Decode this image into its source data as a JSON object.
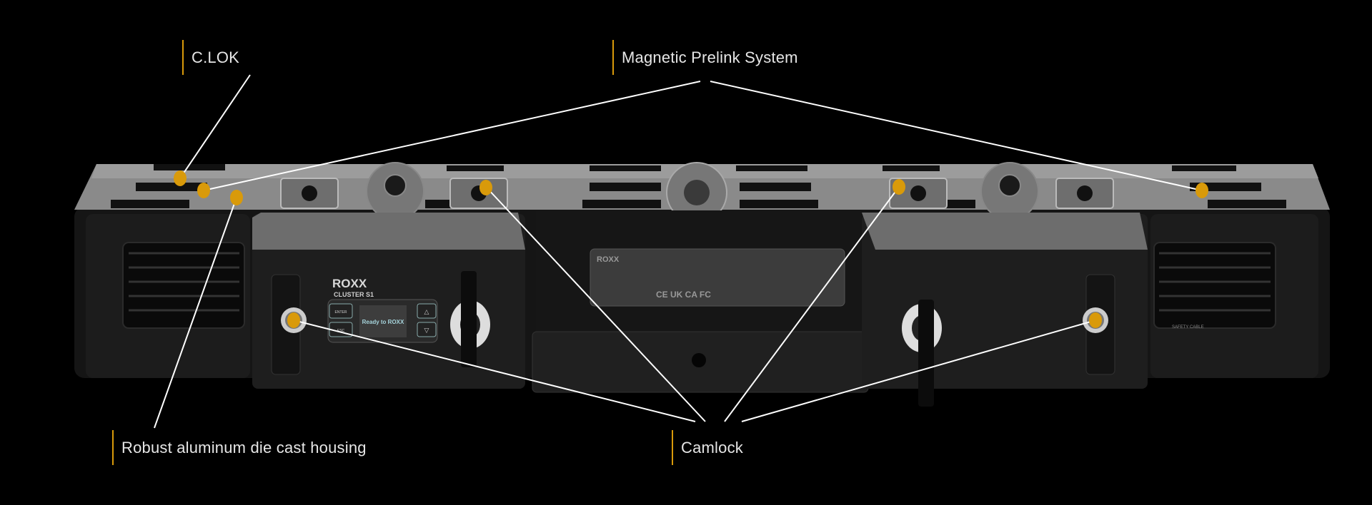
{
  "callouts": {
    "clok": "C.LOK",
    "magnetic": "Magnetic Prelink System",
    "housing": "Robust aluminum die cast housing",
    "camlock": "Camlock"
  },
  "device": {
    "brand": "ROXX",
    "model": "CLUSTER S1",
    "display_text": "Ready to ROXX",
    "button_enter": "ENTER",
    "button_esc": "ESC",
    "button_up": "△",
    "button_down": "▽",
    "label_brand": "ROXX",
    "label_marks": "CE UK CA FC",
    "safety_tag": "SAFETY CABLE"
  },
  "colors": {
    "accent": "#d99a0a",
    "leader": "#ffffff",
    "background": "#000000"
  }
}
